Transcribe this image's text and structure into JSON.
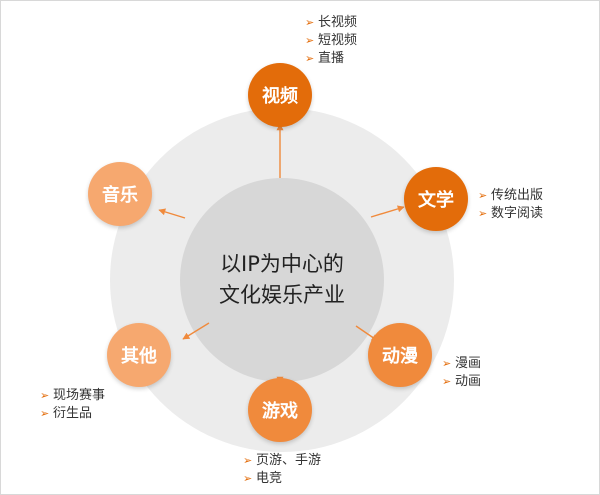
{
  "center": {
    "line1": "以IP为中心的",
    "line2": "文化娱乐产业"
  },
  "colors": {
    "dark": "#e36c0a",
    "mid": "#f08a3c",
    "light": "#f6a86f",
    "ring": "#ececec",
    "core": "#d7d7d7"
  },
  "nodes": [
    {
      "id": "video",
      "label": "视频",
      "items": [
        "长视频",
        "短视频",
        "直播"
      ]
    },
    {
      "id": "literature",
      "label": "文学",
      "items": [
        "传统出版",
        "数字阅读"
      ]
    },
    {
      "id": "anime",
      "label": "动漫",
      "items": [
        "漫画",
        "动画"
      ]
    },
    {
      "id": "game",
      "label": "游戏",
      "items": [
        "页游、手游",
        "电竞"
      ]
    },
    {
      "id": "other",
      "label": "其他",
      "items": [
        "现场赛事",
        "衍生品"
      ]
    },
    {
      "id": "music",
      "label": "音乐",
      "items": []
    }
  ],
  "bullet_glyph": "➢"
}
